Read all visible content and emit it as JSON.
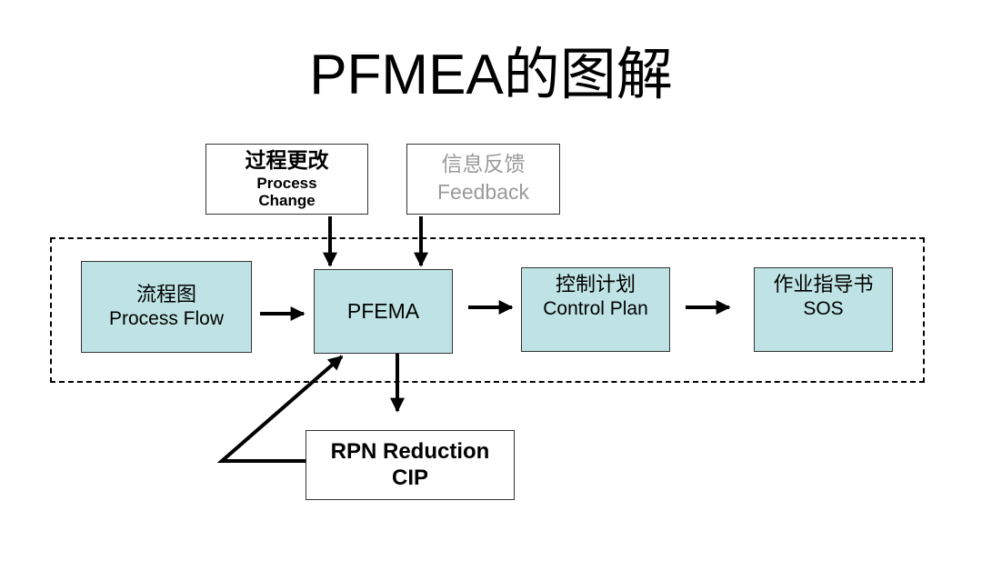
{
  "title": "PFMEA的图解",
  "inputs": {
    "process_change": {
      "zh": "过程更改",
      "en1": "Process",
      "en2": "Change"
    },
    "feedback": {
      "zh": "信息反馈",
      "en": "Feedback"
    }
  },
  "flow": {
    "process_flow": {
      "zh": "流程图",
      "en": "Process Flow"
    },
    "pfema": {
      "label": "PFEMA"
    },
    "control_plan": {
      "zh": "控制计划",
      "en": "Control Plan"
    },
    "sos": {
      "zh": "作业指导书",
      "en": "SOS"
    }
  },
  "output": {
    "line1": "RPN Reduction",
    "line2": "CIP"
  },
  "colors": {
    "box_fill": "#bfe3e4",
    "feedback_text": "#9a9a9a"
  }
}
